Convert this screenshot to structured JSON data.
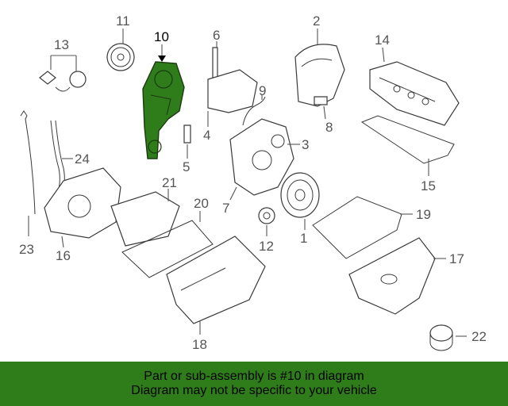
{
  "diagram": {
    "highlight_color": "#2e7d1a",
    "callouts": [
      {
        "id": "10",
        "text": "10",
        "highlighted": true
      },
      {
        "id": "11",
        "text": "11"
      },
      {
        "id": "13",
        "text": "13"
      },
      {
        "id": "6",
        "text": "6"
      },
      {
        "id": "2",
        "text": "2"
      },
      {
        "id": "14",
        "text": "14"
      },
      {
        "id": "9",
        "text": "9"
      },
      {
        "id": "8",
        "text": "8"
      },
      {
        "id": "4",
        "text": "4"
      },
      {
        "id": "3",
        "text": "3"
      },
      {
        "id": "24",
        "text": "24"
      },
      {
        "id": "5",
        "text": "5"
      },
      {
        "id": "15",
        "text": "15"
      },
      {
        "id": "21",
        "text": "21"
      },
      {
        "id": "20",
        "text": "20"
      },
      {
        "id": "7",
        "text": "7"
      },
      {
        "id": "19",
        "text": "19"
      },
      {
        "id": "1",
        "text": "1"
      },
      {
        "id": "23",
        "text": "23"
      },
      {
        "id": "16",
        "text": "16"
      },
      {
        "id": "12",
        "text": "12"
      },
      {
        "id": "17",
        "text": "17"
      },
      {
        "id": "18",
        "text": "18"
      },
      {
        "id": "22",
        "text": "22"
      }
    ]
  },
  "banner": {
    "line1": "Part or sub-assembly is #10 in diagram",
    "line2": "Diagram may not be specific to your vehicle",
    "background": "#2e7d1a"
  }
}
